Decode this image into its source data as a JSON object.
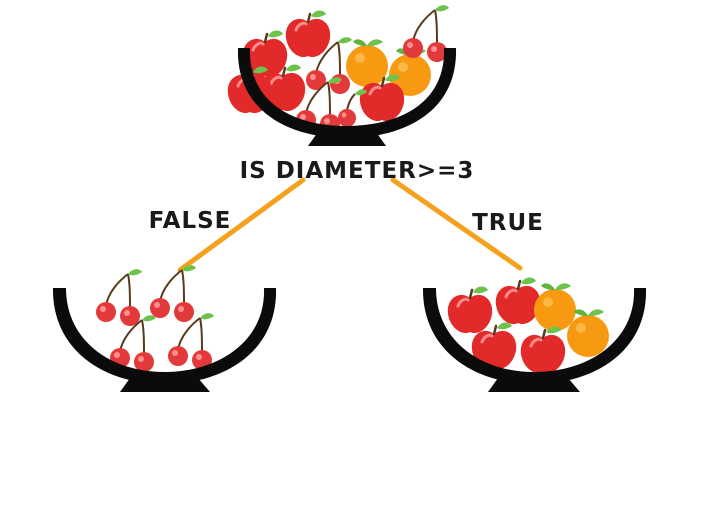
{
  "diagram": {
    "root_question": "IS DIAMETER>=3",
    "branches": {
      "false_label": "FALSE",
      "true_label": "TRUE"
    }
  },
  "colors": {
    "bowl": "#0b0b0b",
    "edge": "#f4a21e",
    "apple": "#e32a2a",
    "apple_dark": "#b81c1c",
    "cherry": "#e23a3a",
    "orange": "#f79a12",
    "leaf": "#6cc24a",
    "stem": "#5a3a1a"
  },
  "icons": {
    "root_bowl": "fruit-bowl-mixed-icon",
    "false_bowl": "fruit-bowl-cherries-icon",
    "true_bowl": "fruit-bowl-apples-oranges-icon"
  }
}
